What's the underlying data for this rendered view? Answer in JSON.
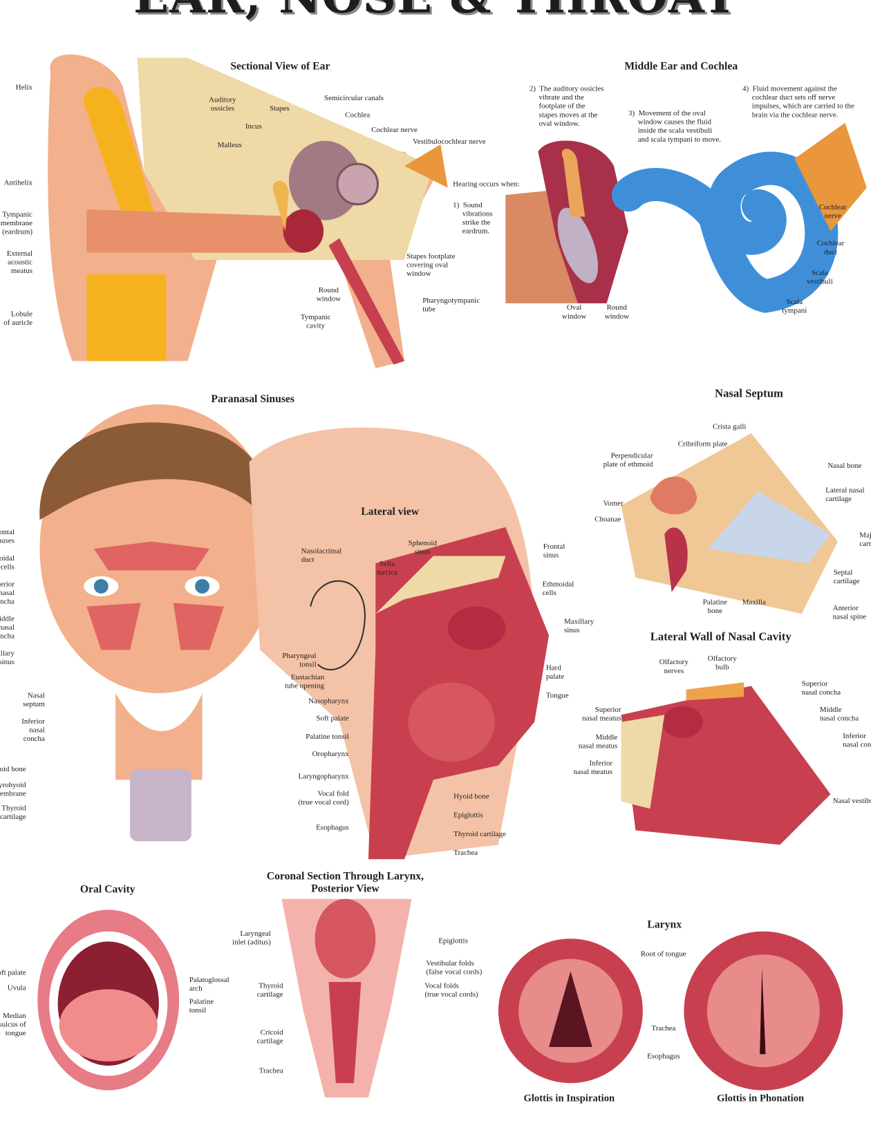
{
  "title": "EAR, NOSE & THROAT",
  "sections": [
    {
      "title": "Sectional View of Ear",
      "labels": [
        "Helix",
        "Antihelix",
        "Tympanic\nmembrane\n(eardrum)",
        "External\nacoustic\nmeatus",
        "Lobule\nof auricle",
        "Auditory\nossicles",
        "Stapes",
        "Incus",
        "Malleus",
        "Semicircular canals",
        "Cochlea",
        "Cochlear nerve",
        "Vestibulocochlear nerve",
        "Stapes footplate\ncovering oval\nwindow",
        "Round\nwindow",
        "Pharyngotympanic\ntube",
        "Tympanic\ncavity"
      ]
    },
    {
      "title": "Middle Ear and Cochlea",
      "labels": [
        "2)  The auditory ossicles\n     vibrate and the\n     footplate of the\n     stapes moves at the\n     oval window.",
        "3)  Movement of the oval\n     window causes the fluid\n     inside the scala vestibuli\n     and scala tympani to move.",
        "4)  Fluid movement against the\n     cochlear duct sets off nerve\n     impulses, which are carried to the\n     brain via the cochlear nerve.",
        "Hearing occurs when:",
        "1)  Sound\n     vibrations\n     strike the\n     eardrum.",
        "Oval\nwindow",
        "Round\nwindow",
        "Cochlear\nnerve",
        "Cochlear\nduct",
        "Scala\nvestibuli",
        "Scala\ntympani"
      ]
    },
    {
      "title": "Paranasal Sinuses",
      "labels": [
        "Frontal\nsinuses",
        "Ethmoidal\ncells",
        "Superior\nnasal\nconcha",
        "Middle\nnasal\nconcha",
        "Maxillary\nsinus",
        "Nasal\nseptum",
        "Inferior\nnasal\nconcha",
        "Hyoid bone",
        "Thyrohyoid\nmembrane",
        "Thyroid\ncartilage"
      ]
    },
    {
      "title": "Lateral view",
      "labels": [
        "Nasolacrimal\nduct",
        "Sphenoid\nsinus",
        "Sella\nturcica",
        "Frontal\nsinus",
        "Ethmoidal\ncells",
        "Maxillary\nsinus",
        "Pharyngeal\ntonsil",
        "Eustachian\ntube opening",
        "Nasopharynx",
        "Soft palate",
        "Palatine tonsil",
        "Oropharynx",
        "Laryngopharynx",
        "Vocal fold\n(true vocal cord)",
        "Esophagus",
        "Hard\npalate",
        "Tongue",
        "Hyoid bone",
        "Epiglottis",
        "Thyroid cartilage",
        "Trachea"
      ]
    },
    {
      "title": "Nasal Septum",
      "labels": [
        "Crista galli",
        "Cribriform plate",
        "Perpendicular\nplate of ethmoid",
        "Nasal bone",
        "Lateral nasal\ncartilage",
        "Vomer",
        "Choanae",
        "Major alar\ncartilage",
        "Septal\ncartilage",
        "Palatine\nbone",
        "Maxilla",
        "Anterior\nnasal spine"
      ]
    },
    {
      "title": "Lateral Wall of Nasal Cavity",
      "labels": [
        "Olfactory\nnerves",
        "Olfactory\nbulb",
        "Superior\nnasal concha",
        "Superior\nnasal meatus",
        "Middle\nnasal concha",
        "Middle\nnasal meatus",
        "Inferior\nnasal concha",
        "Inferior\nnasal meatus",
        "Nasal vestibule"
      ]
    },
    {
      "title": "Oral Cavity",
      "labels": [
        "Soft palate",
        "Uvula",
        "Median\nsulcus of\ntongue",
        "Palatoglossal\narch",
        "Palatine\ntonsil"
      ]
    },
    {
      "title": "Coronal Section Through Larynx,\nPosterior View",
      "labels": [
        "Laryngeal\ninlet (aditus)",
        "Thyroid\ncartilage",
        "Cricoid\ncartilage",
        "Trachea",
        "Epiglottis",
        "Vestibular folds\n(false vocal cords)",
        "Vocal folds\n(true vocal cords)"
      ]
    },
    {
      "title": "Larynx",
      "labels": [
        "Root of tongue",
        "Trachea",
        "Esophagus",
        "Glottis in Inspiration",
        "Glottis in Phonation"
      ]
    }
  ],
  "colors": {
    "tissue": "#c8404f",
    "skin": "#f2b08c",
    "bone": "#efd9a6",
    "cochlea": "#3f8fd8",
    "nerve": "#e9963c",
    "fat": "#f6b21e"
  }
}
